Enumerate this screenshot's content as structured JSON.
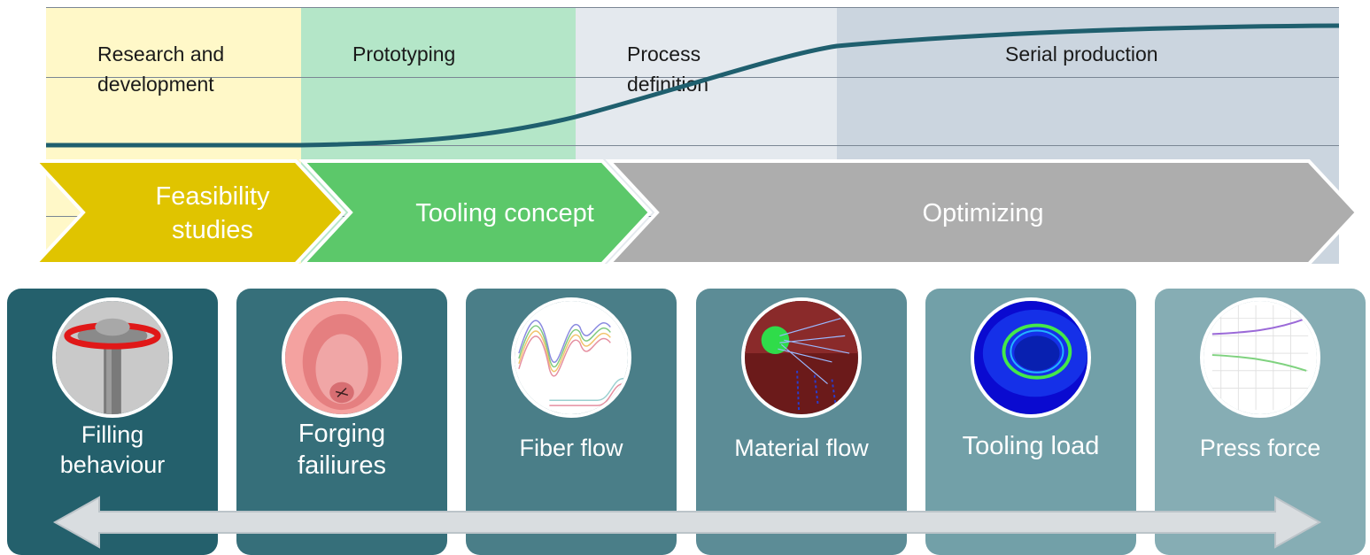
{
  "phases": [
    {
      "label": "Research and\ndevelopment",
      "color": "#fff8c8"
    },
    {
      "label": "Prototyping",
      "color": "#b4e6c8"
    },
    {
      "label": "Process\ndefinition",
      "color": "#e4e9ee"
    },
    {
      "label": "Serial production",
      "color": "#cbd5df"
    }
  ],
  "chevrons": [
    {
      "label": "Feasibility\nstudies",
      "color": "#e0c400"
    },
    {
      "label": "Tooling concept",
      "color": "#5cc86a"
    },
    {
      "label": "Optimizing",
      "color": "#adadad"
    }
  ],
  "cards": [
    {
      "label": "Filling\nbehaviour",
      "color": "#24606c",
      "icon": "filling-behaviour-simulation-icon"
    },
    {
      "label": "Forging\nfailiures",
      "color": "#366f7a",
      "icon": "forging-failure-simulation-icon"
    },
    {
      "label": "Fiber flow",
      "color": "#4a7e88",
      "icon": "fiber-flow-plot-icon"
    },
    {
      "label": "Material flow",
      "color": "#5c8c96",
      "icon": "material-flow-simulation-icon"
    },
    {
      "label": "Tooling load",
      "color": "#72a0a8",
      "icon": "tooling-load-simulation-icon"
    },
    {
      "label": "Press force",
      "color": "#86adb4",
      "icon": "press-force-graph-icon"
    }
  ],
  "colors": {
    "curve": "#1f5f6e",
    "arrow": "#d9dde0"
  }
}
